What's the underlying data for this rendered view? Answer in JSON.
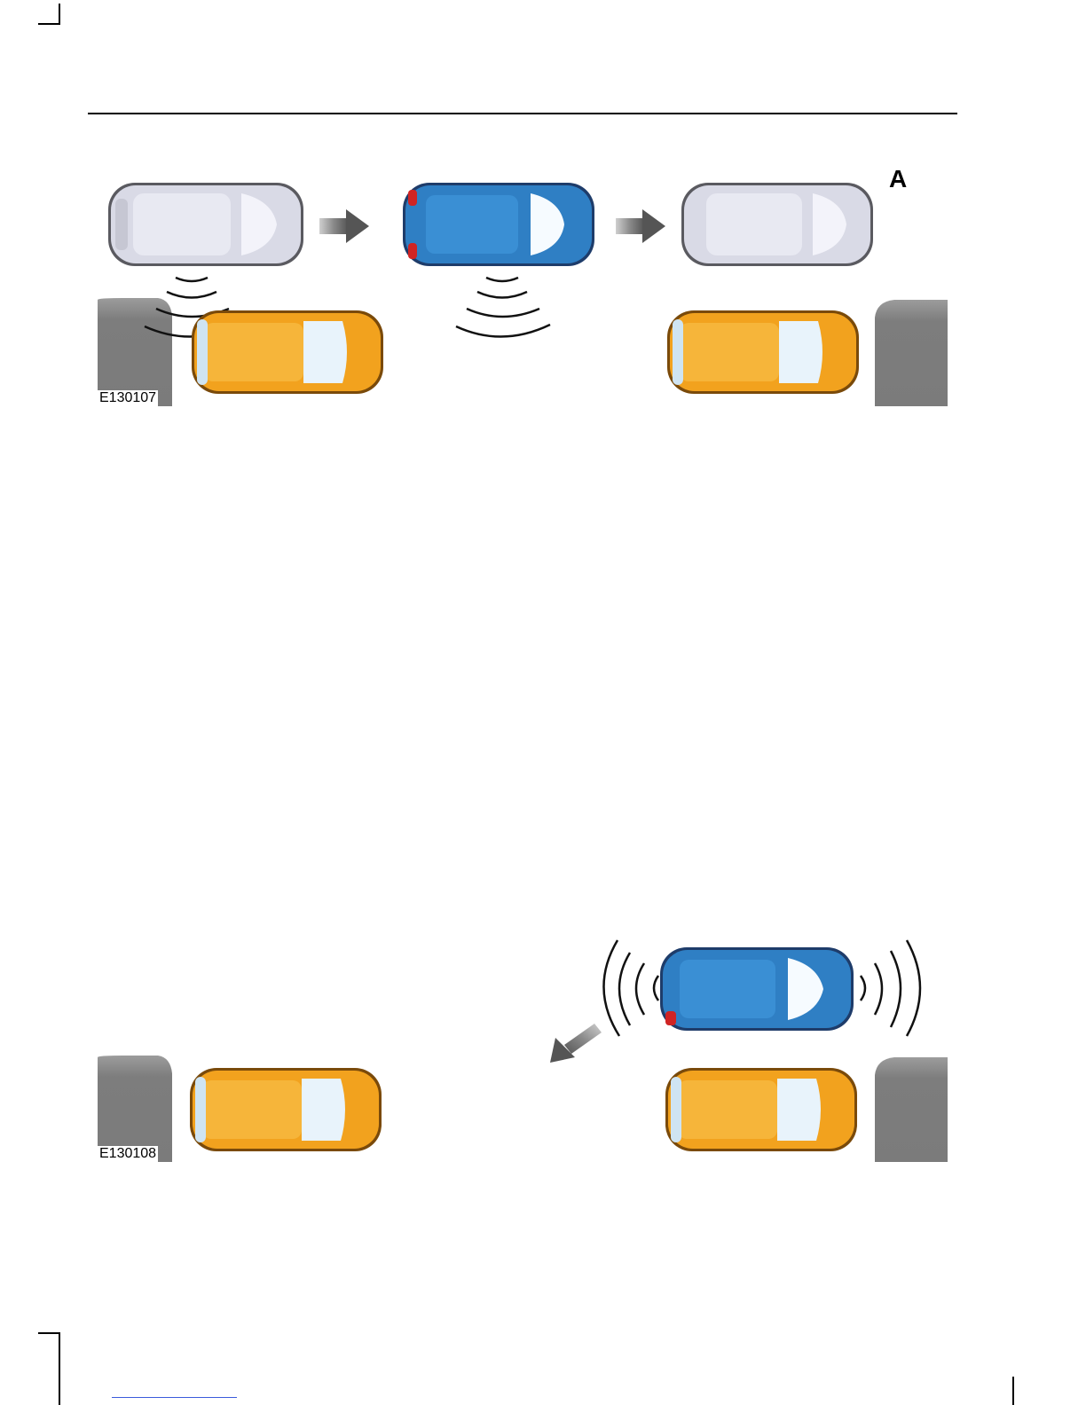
{
  "figure1": {
    "id": "E130107",
    "callout": "A"
  },
  "figure2": {
    "id": "E130108"
  },
  "colors": {
    "scanning_car": "#d7d8e4",
    "active_car": "#2f7fc4",
    "parked_car": "#f2a21e",
    "curb": "#7b7b7b",
    "arrow": "#555555"
  }
}
